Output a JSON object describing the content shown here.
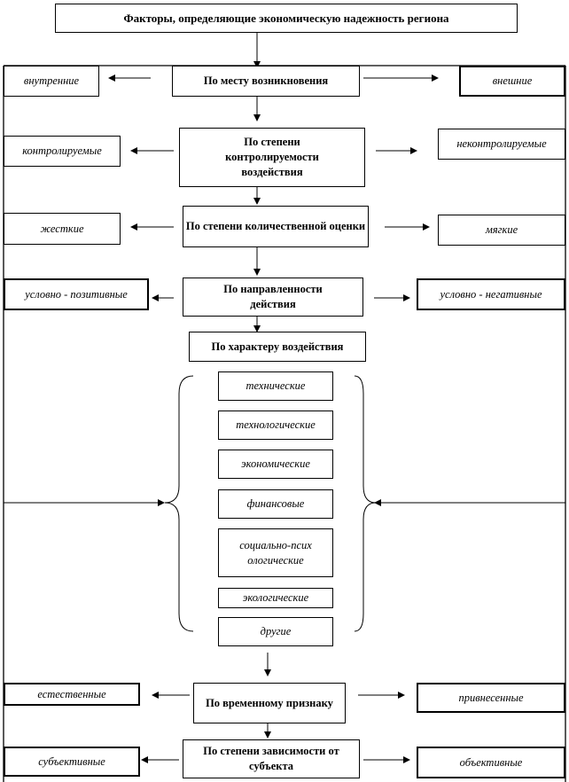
{
  "title": "Факторы, определяющие экономическую надежность региона",
  "criteria": {
    "origin": "По месту возникновения",
    "controllability": "По степени контролируемости воздействия",
    "quantitative": "По степени количественной оценки",
    "direction": "По направленности действия",
    "character": "По характеру воздействия",
    "temporal": "По временному признаку",
    "subject": "По степени зависимости от субъекта"
  },
  "left": {
    "origin": "внутренние",
    "controllability": "контролируемые",
    "quantitative": "жесткие",
    "direction": "условно - позитивные",
    "temporal": "естественные",
    "subject": "субъективные"
  },
  "right": {
    "origin": "внешние",
    "controllability": "неконтролируемые",
    "quantitative": "мягкие",
    "direction": "условно - негативные",
    "temporal": "привнесенные",
    "subject": "объективные"
  },
  "character_types": [
    "технические",
    "технологические",
    "экономические",
    "финансовые",
    "социально-психологические",
    "экологические",
    "другие"
  ]
}
